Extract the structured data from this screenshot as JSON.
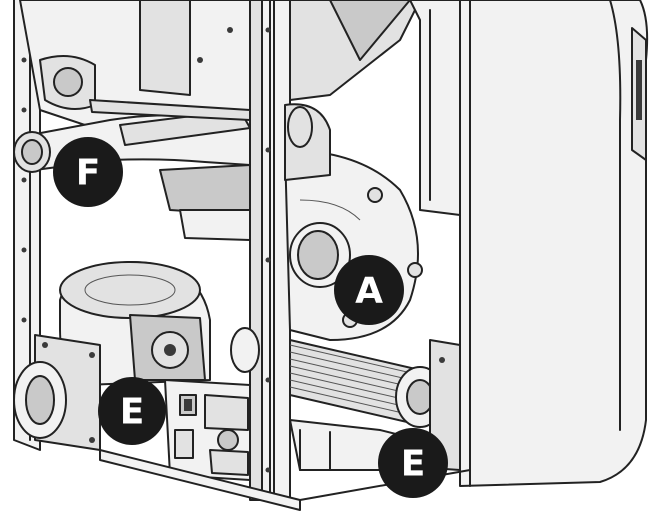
{
  "callouts": {
    "a": {
      "label": "A"
    },
    "e_left": {
      "label": "E"
    },
    "e_right": {
      "label": "E"
    },
    "f": {
      "label": "F"
    }
  },
  "colors": {
    "callout_fill": "#1a1a1a",
    "callout_text": "#ffffff",
    "line": "#222222",
    "shade_light": "#e2e2e2",
    "shade_mid": "#c9c9c9"
  }
}
